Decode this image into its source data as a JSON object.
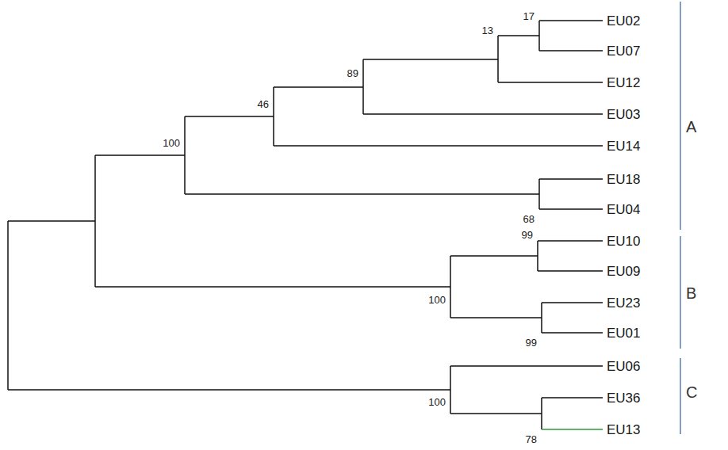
{
  "diagram": {
    "labels": [
      "EU02",
      "17",
      "13",
      "EU07",
      "89",
      "EU12",
      "46",
      "EU03",
      "A",
      "100",
      "EU14",
      "EU18",
      "EU04",
      "68",
      "99",
      "EU10",
      "EU09",
      "B",
      "100",
      "EU23",
      "99",
      "EU01",
      "EU06",
      "C",
      "100",
      "EU36",
      "78",
      "EU13"
    ]
  }
}
